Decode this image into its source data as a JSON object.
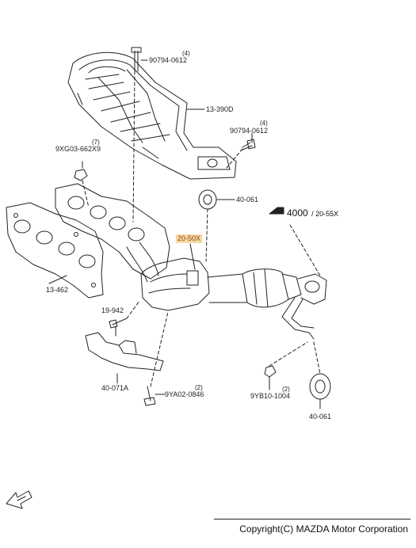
{
  "parts": {
    "p_13_390D": "13-390D",
    "p_90794_0612_top": "90794-0612",
    "q_90794_top": "(4)",
    "p_90794_0612_right": "90794-0612",
    "q_90794_right": "(4)",
    "p_9XG03": "9XG03-662X9",
    "q_9XG03": "(7)",
    "p_40_061_upper": "40-061",
    "p_20_50X": "20-50X",
    "p_13_462": "13-462",
    "p_19_942": "19-942",
    "p_40_071A": "40-071A",
    "p_9YA02": "9YA02-0846",
    "q_9YA02": "(2)",
    "p_9YB10": "9YB10-1004",
    "q_9YB10": "(2)",
    "p_40_061_lower": "40-061"
  },
  "reference": {
    "big": "4000",
    "small": "/ 20-55X"
  },
  "footer": {
    "copyright": "Copyright(C) MAZDA Motor Corporation"
  },
  "colors": {
    "line": "#222222",
    "highlight_bg": "#f7d9a8",
    "highlight_text": "#8a4a12"
  }
}
